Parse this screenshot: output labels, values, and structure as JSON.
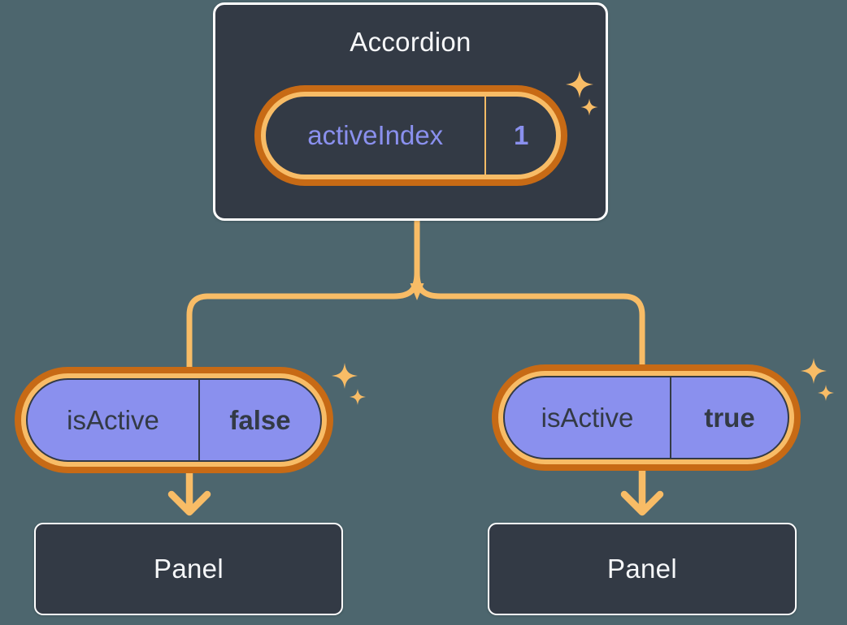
{
  "colors": {
    "background": "#4D666E",
    "node_fill": "#333A45",
    "node_border": "#FFFFFF",
    "text_light": "#F6F7F9",
    "text_dark": "#333A45",
    "purple": "#8A90EE",
    "orange_ring_dark": "#C76A15",
    "orange_ring_light": "#F8BC66",
    "connector_orange": "#F8BC66"
  },
  "accordion": {
    "title": "Accordion",
    "state_pill": {
      "label": "activeIndex",
      "value": "1"
    }
  },
  "children": [
    {
      "prop_pill": {
        "label": "isActive",
        "value": "false"
      },
      "panel_label": "Panel"
    },
    {
      "prop_pill": {
        "label": "isActive",
        "value": "true"
      },
      "panel_label": "Panel"
    }
  ],
  "icons": {
    "sparkle": "four-point-star"
  }
}
